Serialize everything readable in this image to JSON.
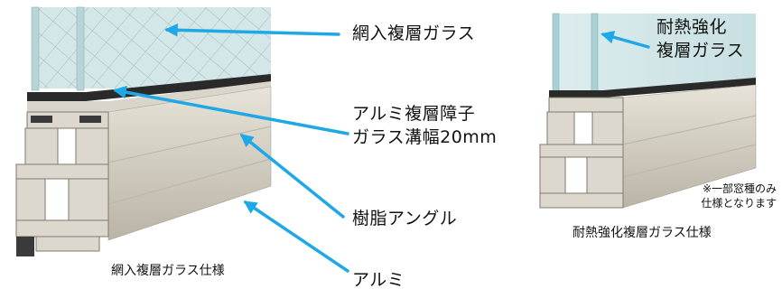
{
  "left_figure": {
    "caption": "網入複層ガラス仕様",
    "labels": {
      "glass": "網入複層ガラス",
      "spacer_line1": "アルミ複層障子",
      "spacer_line2": "ガラス溝幅20mm",
      "resin": "樹脂アングル",
      "aluminum": "アルミ"
    }
  },
  "right_figure": {
    "caption": "耐熱強化複層ガラス仕様",
    "glass_label_line1": "耐熱強化",
    "glass_label_line2": "複層ガラス",
    "note_line1": "※一部窓種のみ",
    "note_line2": "仕様となります"
  },
  "colors": {
    "arrow": "#1fa8e6",
    "glass": "#cfe6e8",
    "frame": "#cfcbbf"
  }
}
